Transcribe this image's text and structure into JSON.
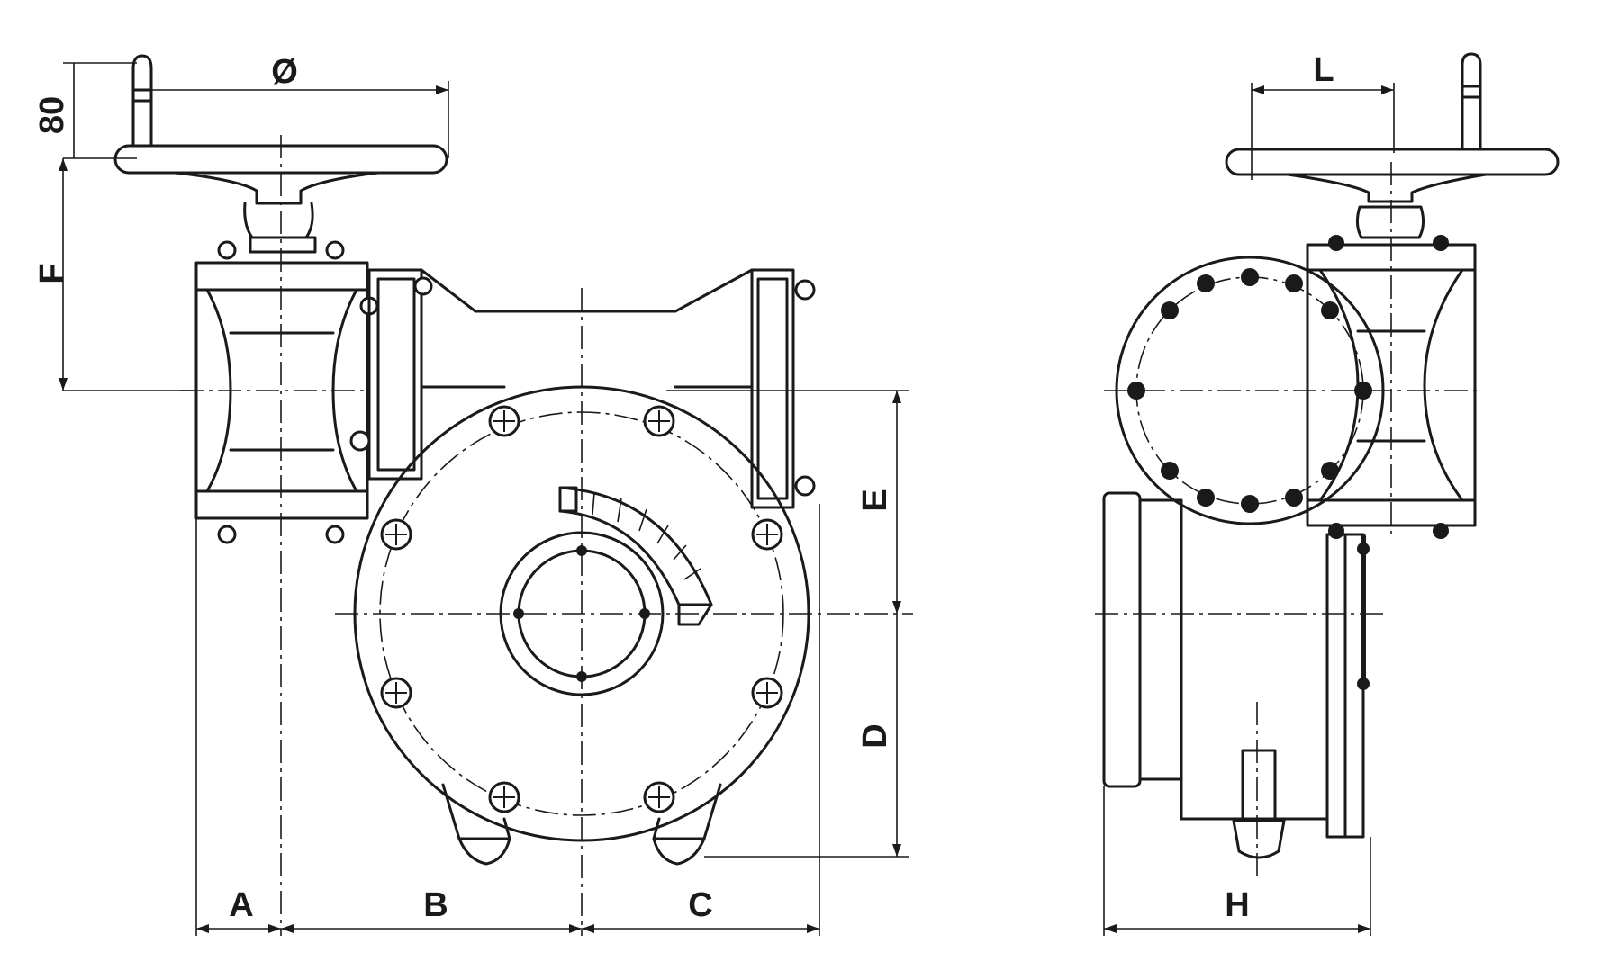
{
  "labels": {
    "a": "A",
    "b": "B",
    "c": "C",
    "d": "D",
    "e": "E",
    "f": "F",
    "h": "H",
    "l": "L",
    "handwheel_height": "80",
    "diameter": "Ø"
  },
  "colors": {
    "ink": "#1a1a1a",
    "paper": "#ffffff"
  }
}
